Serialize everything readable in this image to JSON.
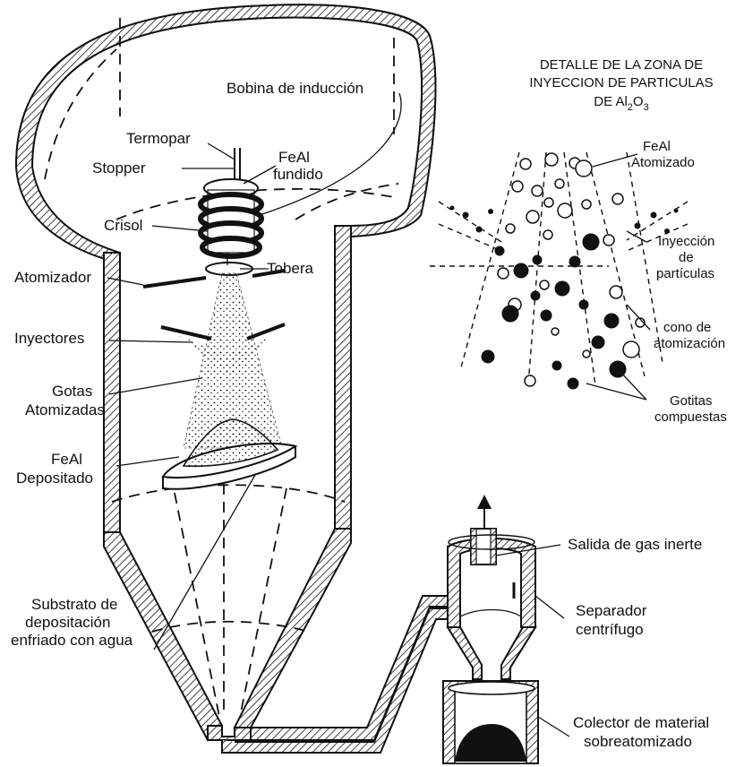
{
  "labels": {
    "bobina": "Bobina de inducción",
    "termopar": "Termopar",
    "stopper": "Stopper",
    "fundido_1": "FeAl",
    "fundido_2": "fundido",
    "crisol": "Crisol",
    "atomizador": "Atomizador",
    "tobera": "Tobera",
    "inyectores": "Inyectores",
    "gotas_1": "Gotas",
    "gotas_2": "Atomizadas",
    "depositado_1": "FeAl",
    "depositado_2": "Depositado",
    "substrato_1": "Substrato de",
    "substrato_2": "depositación",
    "substrato_3": "enfriado con agua",
    "salida_gas": "Salida de gas inerte",
    "separador_1": "Separador",
    "separador_2": "centrífugo",
    "colector_1": "Colector de material",
    "colector_2": "sobreatomizado"
  },
  "detail": {
    "title_1": "DETALLE DE LA ZONA DE",
    "title_2": "INYECCION DE PARTICULAS",
    "title_3_prefix": "DE Al",
    "title_3_sub1": "2",
    "title_3_mid": "O",
    "title_3_sub2": "3",
    "atomizado_1": "FeAl",
    "atomizado_2": "Atomizado",
    "inyeccion_1": "Inyección",
    "inyeccion_2": "de",
    "inyeccion_3": "partículas",
    "cono_1": "cono de",
    "cono_2": "atomización",
    "gotitas_1": "Gotitas",
    "gotitas_2": "compuestas"
  },
  "colors": {
    "ink": "#111111",
    "background": "#ffffff",
    "hatch": "#111111"
  }
}
